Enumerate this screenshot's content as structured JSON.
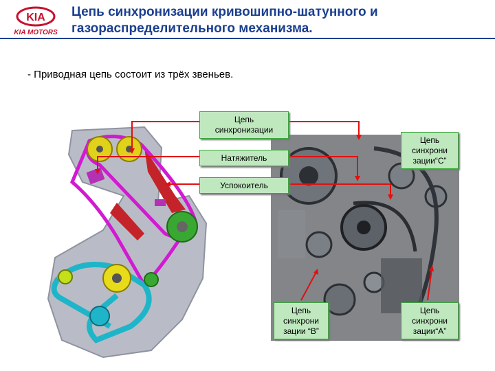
{
  "logo": {
    "brand_text": "KIA",
    "motors_text": "KIA MOTORS"
  },
  "header": {
    "title_line1": "Цепь синхронизации кривошипно-шатунного и",
    "title_line2": "газораспределительного механизма."
  },
  "body": {
    "bullet": "- Приводная цепь состоит из трёх звеньев."
  },
  "labels": {
    "timing_chain": [
      "Цепь",
      "синхронизации"
    ],
    "tensioner": "Натяжитель",
    "damper": "Успокоитель",
    "chain_c": [
      "Цепь",
      "синхрони",
      "зации“C”"
    ],
    "chain_b": [
      "Цепь",
      "синхрони",
      "зации “B”"
    ],
    "chain_a": [
      "Цепь",
      "синхрони",
      "зации“A”"
    ]
  },
  "colors": {
    "title": "#1a3f8f",
    "label_bg": "#bfe8bf",
    "wire": "#e01010"
  }
}
